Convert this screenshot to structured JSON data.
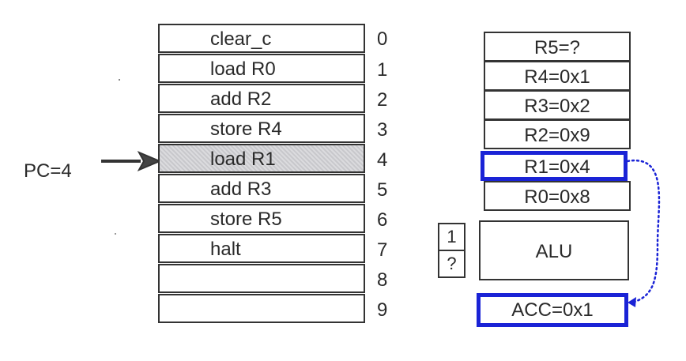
{
  "pc_label": "PC=4",
  "memory": {
    "rows": [
      {
        "instr": "clear_c",
        "addr": "0"
      },
      {
        "instr": "load R0",
        "addr": "1"
      },
      {
        "instr": "add R2",
        "addr": "2"
      },
      {
        "instr": "store R4",
        "addr": "3"
      },
      {
        "instr": "load R1",
        "addr": "4",
        "highlighted": true
      },
      {
        "instr": "add R3",
        "addr": "5"
      },
      {
        "instr": "store R5",
        "addr": "6"
      },
      {
        "instr": "halt",
        "addr": "7"
      },
      {
        "instr": "",
        "addr": "8"
      },
      {
        "instr": "",
        "addr": "9"
      }
    ]
  },
  "registers": [
    {
      "label": "R5=?"
    },
    {
      "label": "R4=0x1"
    },
    {
      "label": "R3=0x2"
    },
    {
      "label": "R2=0x9"
    },
    {
      "label": "R1=0x4",
      "highlighted": true
    },
    {
      "label": "R0=0x8"
    }
  ],
  "alu": {
    "label": "ALU"
  },
  "flags": [
    {
      "label": "1"
    },
    {
      "label": "?"
    }
  ],
  "acc": {
    "label": "ACC=0x1"
  },
  "colors": {
    "highlight_border": "#1a23d6",
    "highlight_fill": "#c8c8cc"
  }
}
